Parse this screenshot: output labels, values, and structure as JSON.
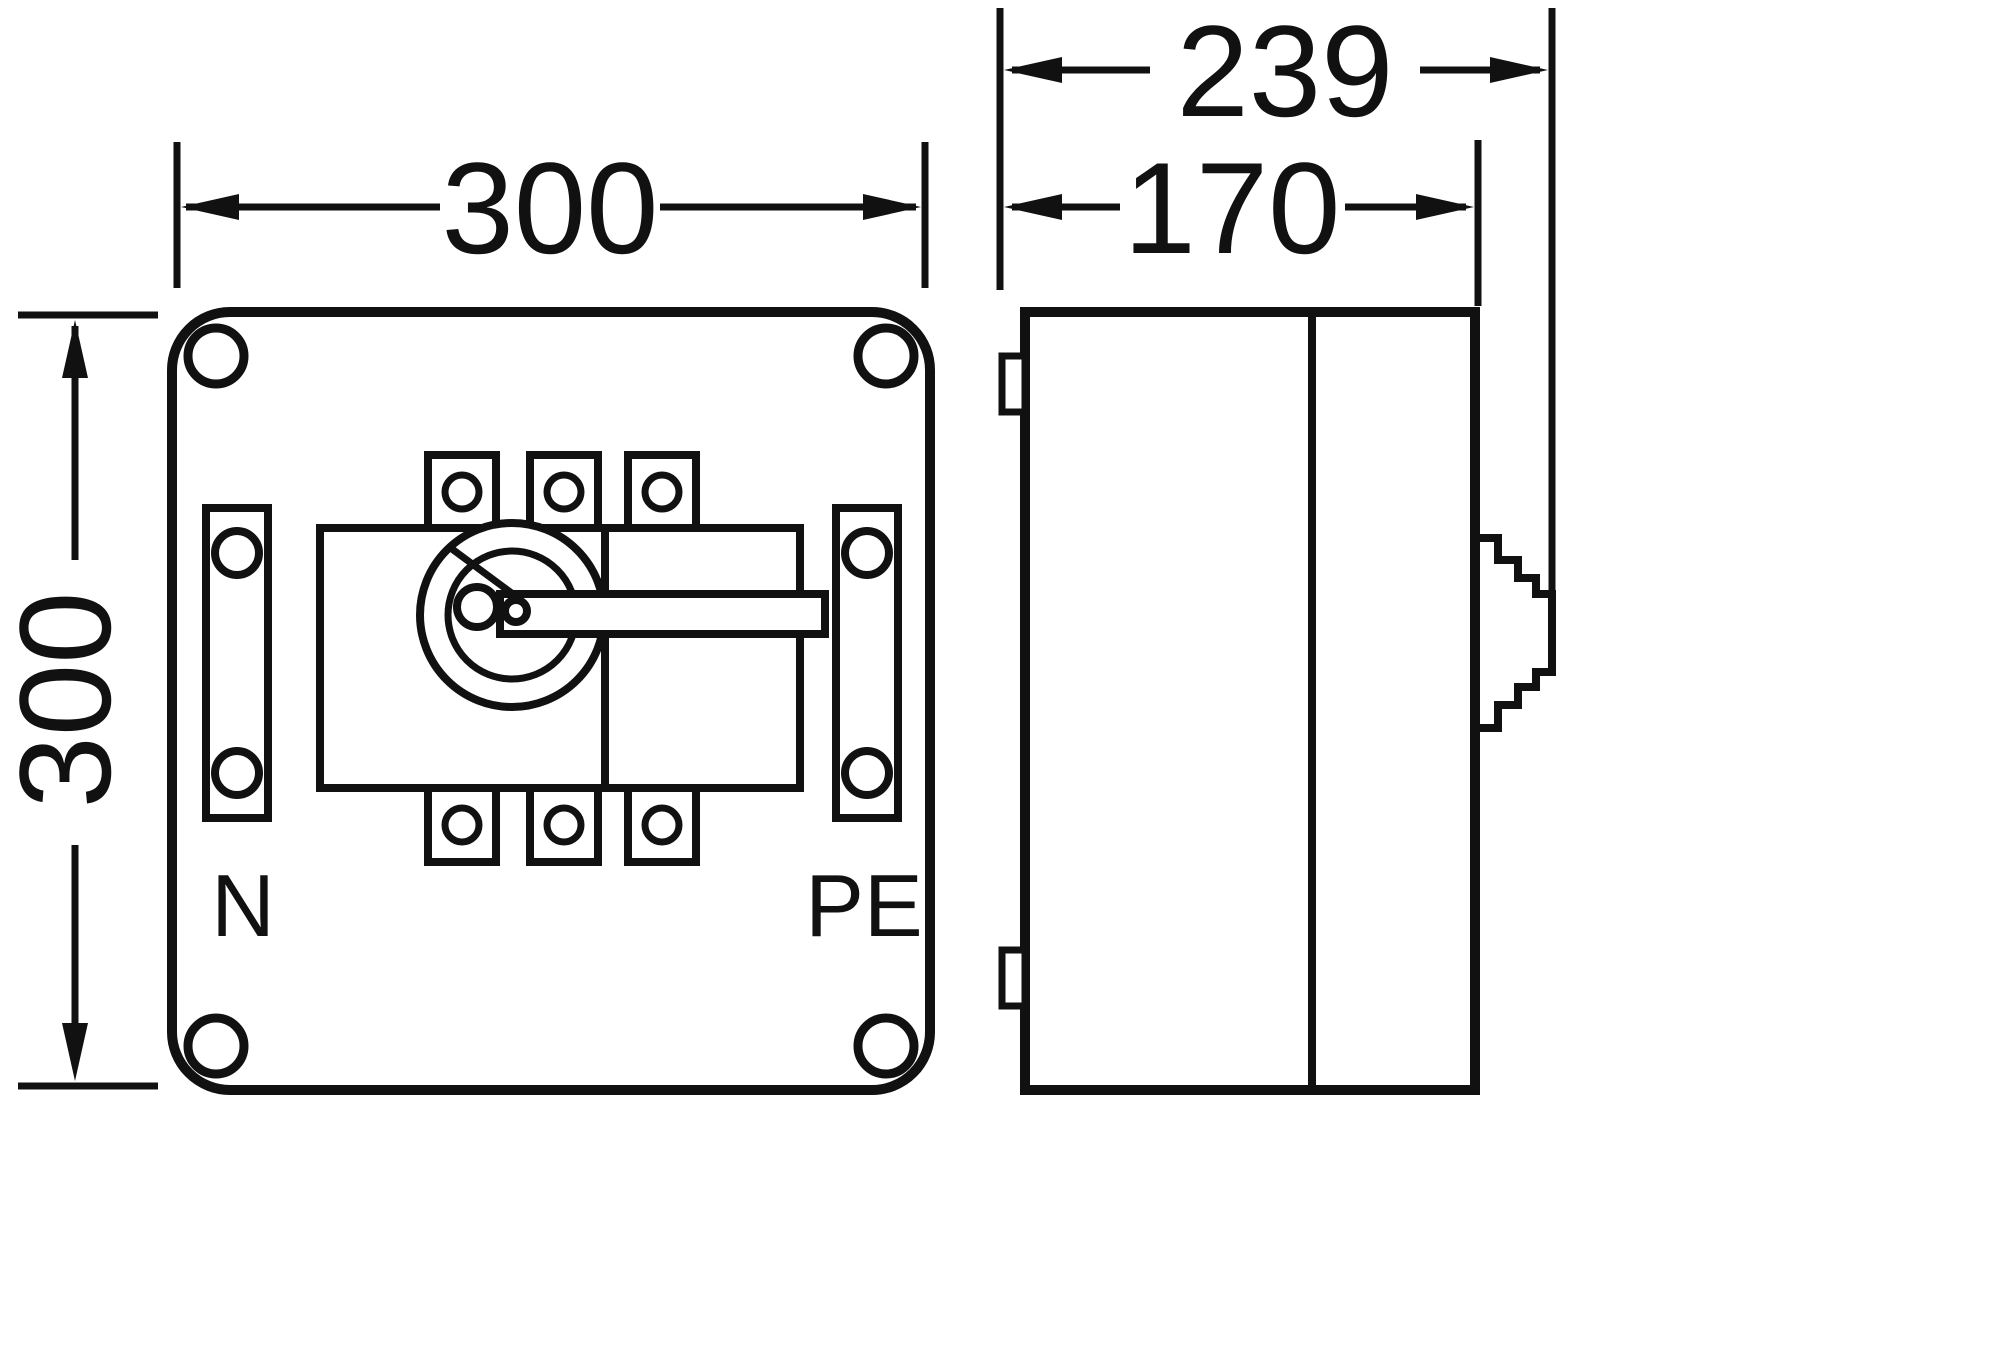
{
  "drawing": {
    "front_view": {
      "width_label": "300",
      "height_label": "300",
      "n_label": "N",
      "pe_label": "PE"
    },
    "side_view": {
      "total_depth_label": "239",
      "body_depth_label": "170"
    },
    "colors": {
      "line": "#111111",
      "background": "#ffffff"
    }
  }
}
